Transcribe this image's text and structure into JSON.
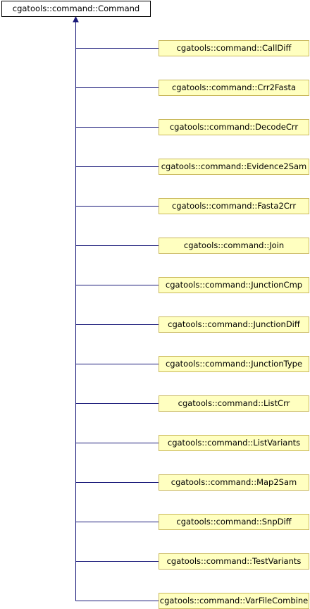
{
  "diagram": {
    "base_class": "cgatools::command::Command",
    "derived_classes": [
      "cgatools::command::CallDiff",
      "cgatools::command::Crr2Fasta",
      "cgatools::command::DecodeCrr",
      "cgatools::command::Evidence2Sam",
      "cgatools::command::Fasta2Crr",
      "cgatools::command::Join",
      "cgatools::command::JunctionCmp",
      "cgatools::command::JunctionDiff",
      "cgatools::command::JunctionType",
      "cgatools::command::ListCrr",
      "cgatools::command::ListVariants",
      "cgatools::command::Map2Sam",
      "cgatools::command::SnpDiff",
      "cgatools::command::TestVariants",
      "cgatools::command::VarFileCombine"
    ],
    "edge_color": "#1a1a7a"
  }
}
